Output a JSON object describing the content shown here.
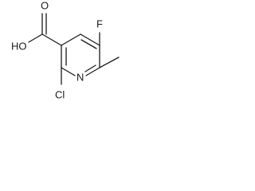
{
  "molecule": {
    "atoms": {
      "fluorine": "F",
      "hydroxyl": "HO",
      "carbonyl_oxygen": "O",
      "ring_nitrogen": "N",
      "chlorine": "Cl"
    }
  }
}
